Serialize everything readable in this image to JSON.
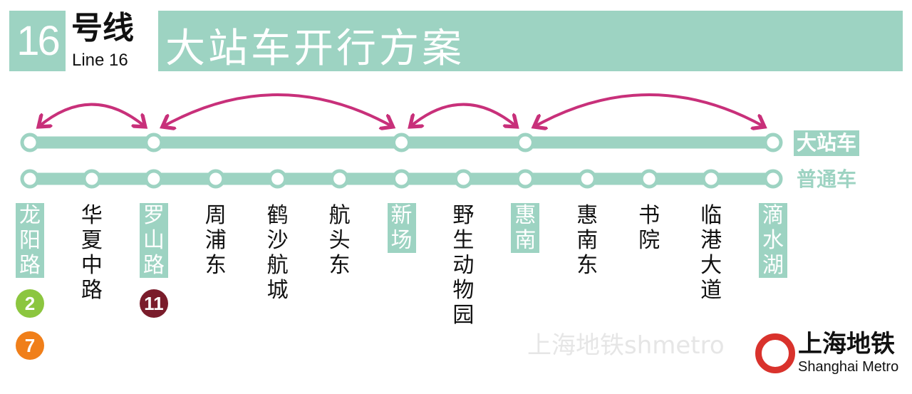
{
  "header": {
    "line_number": "16",
    "line_cn": "号线",
    "line_en": "Line 16",
    "title": "大站车开行方案"
  },
  "rows": {
    "express": "大站车",
    "local": "普通车"
  },
  "stations": [
    {
      "name": "龙阳路",
      "express": true,
      "transfers": [
        "2",
        "7"
      ]
    },
    {
      "name": "华夏中路",
      "express": false,
      "transfers": []
    },
    {
      "name": "罗山路",
      "express": true,
      "transfers": [
        "11"
      ]
    },
    {
      "name": "周浦东",
      "express": false,
      "transfers": []
    },
    {
      "name": "鹤沙航城",
      "express": false,
      "transfers": []
    },
    {
      "name": "航头东",
      "express": false,
      "transfers": []
    },
    {
      "name": "新场",
      "express": true,
      "transfers": []
    },
    {
      "name": "野生动物园",
      "express": false,
      "transfers": []
    },
    {
      "name": "惠南",
      "express": true,
      "transfers": []
    },
    {
      "name": "惠南东",
      "express": false,
      "transfers": []
    },
    {
      "name": "书院",
      "express": false,
      "transfers": []
    },
    {
      "name": "临港大道",
      "express": false,
      "transfers": []
    },
    {
      "name": "滴水湖",
      "express": true,
      "transfers": []
    }
  ],
  "transfer_colors": {
    "2": "#8cc63f",
    "7": "#f07f1a",
    "11": "#7a1c2b"
  },
  "colors": {
    "line": "#9dd3c2",
    "arrow": "#c8307a"
  },
  "watermark": "上海地铁shmetro",
  "logo": {
    "cn": "上海地铁",
    "en": "Shanghai Metro"
  }
}
